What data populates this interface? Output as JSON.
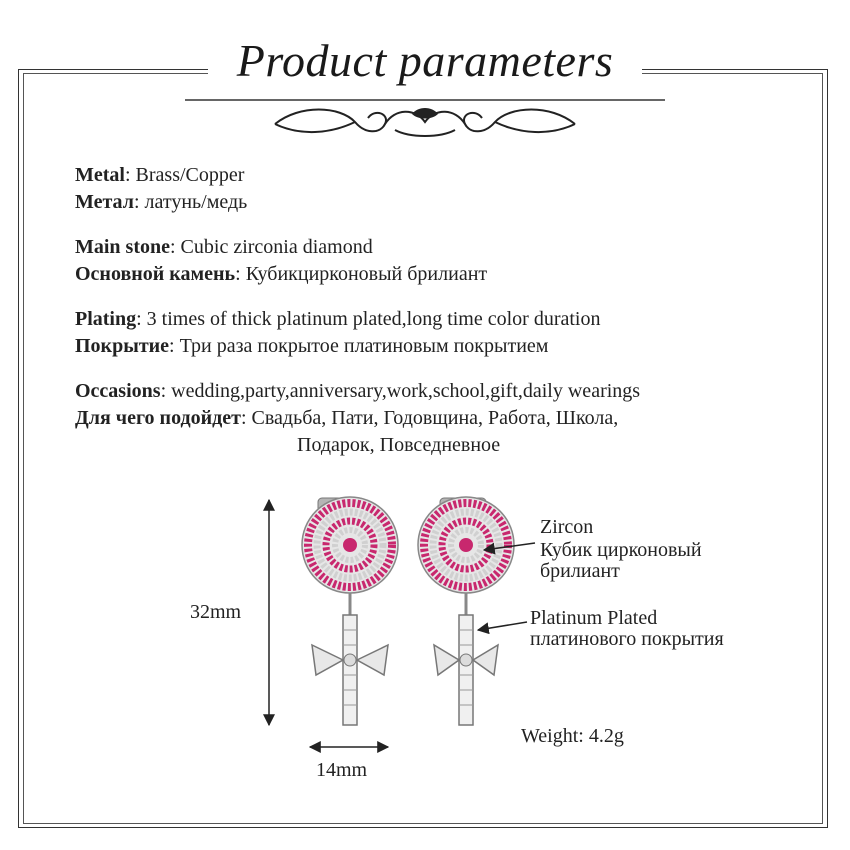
{
  "title": "Product parameters",
  "specs": {
    "metal_en_label": "Metal",
    "metal_en_value": ": Brass/Copper",
    "metal_ru_label": "Метал",
    "metal_ru_value": ": латунь/медь",
    "stone_en_label": "Main stone",
    "stone_en_value": ": Cubic zirconia diamond",
    "stone_ru_label": "Основной камень",
    "stone_ru_value": ": Кубикцирконовый брилиант",
    "plating_en_label": "Plating",
    "plating_en_value": ":  3 times of thick platinum plated,long time color duration",
    "plating_ru_label": "Покрытие",
    "plating_ru_value": ": Три раза покрытое платиновым покрытием",
    "occasions_en_label": "Occasions",
    "occasions_en_value": ": wedding,party,anniversary,work,school,gift,daily wearings",
    "occasions_ru_label": "Для чего подойдет",
    "occasions_ru_value": ":  Свадьба, Пати, Годовщина, Работа, Школа,",
    "occasions_ru_value2": "Подарок, Повседневное"
  },
  "diagram": {
    "height_label": "32mm",
    "width_label": "14mm",
    "zircon_en": "Zircon",
    "zircon_ru_1": "Кубик цирконовый",
    "zircon_ru_2": "брилиант",
    "plated_en": "Platinum Plated",
    "plated_ru": "платинового покрытия",
    "weight": "Weight: 4.2g"
  },
  "colors": {
    "stone_pink": "#c8286e",
    "stone_white": "#d9d9d9",
    "metal": "#9a9a9a"
  }
}
